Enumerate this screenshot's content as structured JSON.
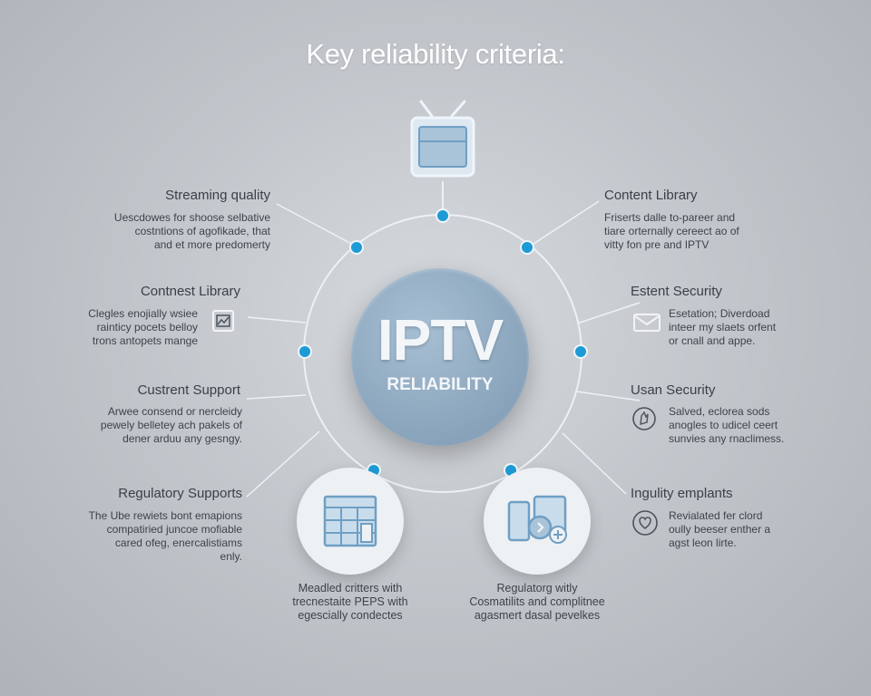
{
  "title": "Key reliability criteria:",
  "hub": {
    "title": "IPTV",
    "subtitle": "RELIABILITY"
  },
  "left": [
    {
      "title": "Streaming quality",
      "lines": [
        "Uescdowes for shoose selbative",
        "costntions of agofikade, that",
        "and et more predomerty"
      ]
    },
    {
      "title": "Contnest Library",
      "lines": [
        "Clegles enojially wsiee",
        "rainticy pocets belloy",
        "trons antopets mange"
      ]
    },
    {
      "title": "Custrent Support",
      "lines": [
        "Arwee consend or nercleidy",
        "pewely belletey ach pakels of",
        "dener arduu any gesngy."
      ]
    },
    {
      "title": "Regulatory Supports",
      "lines": [
        "The Ube rewiets bont emapions",
        "compatiried juncoe mofiable",
        "cared ofeg, enercalistiams",
        "enly."
      ]
    }
  ],
  "right": [
    {
      "title": "Content Library",
      "lines": [
        "Friserts dalle to-pareer and",
        "tiare orternally cereect ao of",
        "vitty fon pre and IPTV"
      ]
    },
    {
      "title": "Estent Security",
      "lines": [
        "Esetation; Diverdoad",
        "inteer my slaets orfent",
        "or cnall and appe."
      ]
    },
    {
      "title": "Usan Security",
      "lines": [
        "Salved, eclorea sods",
        "anogles to udicel ceert",
        "sunvies any rnaclimess."
      ]
    },
    {
      "title": "Ingulity emplants",
      "lines": [
        "Revialated fer clord",
        "oully beeser enther a",
        "agst leon lirte."
      ]
    }
  ],
  "bottom": [
    {
      "lines": [
        "Meadled critters with",
        "trecnestaite PEPS with",
        "egescially condectes"
      ]
    },
    {
      "lines": [
        "Regulatorg witly",
        "Cosmatilits and complitnee",
        "agasmert dasal pevelkes"
      ]
    }
  ],
  "icons": [
    "tv-icon",
    "browser-window-icon",
    "envelope-icon",
    "hand-shield-icon",
    "heart-badge-icon",
    "building-grid-icon",
    "devices-icon"
  ],
  "colors": {
    "accent": "#1e9bd7",
    "line": "#eef1f4",
    "hub": "#8fa9c0",
    "icon_stroke": "#6f9fc4"
  }
}
